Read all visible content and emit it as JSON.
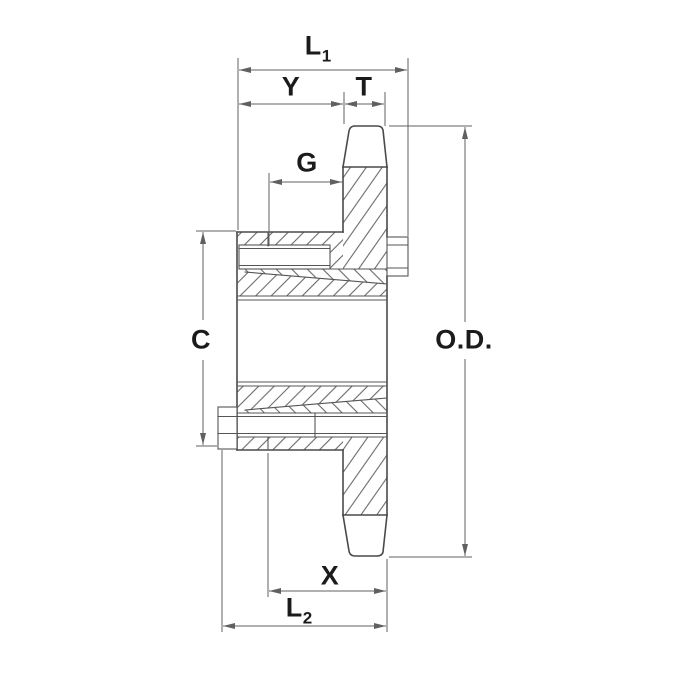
{
  "drawing": {
    "labels": {
      "l1": {
        "main": "L",
        "sub": "1"
      },
      "y": {
        "main": "Y"
      },
      "t": {
        "main": "T"
      },
      "g": {
        "main": "G"
      },
      "c": {
        "main": "C"
      },
      "od": {
        "main": "O.D."
      },
      "x": {
        "main": "X"
      },
      "l2": {
        "main": "L",
        "sub": "2"
      }
    },
    "colors": {
      "background": "#ffffff",
      "outline": "#4a4a4a",
      "dimension": "#606060",
      "hatch": "#6a6a6a",
      "text": "#1b1b1b"
    }
  }
}
